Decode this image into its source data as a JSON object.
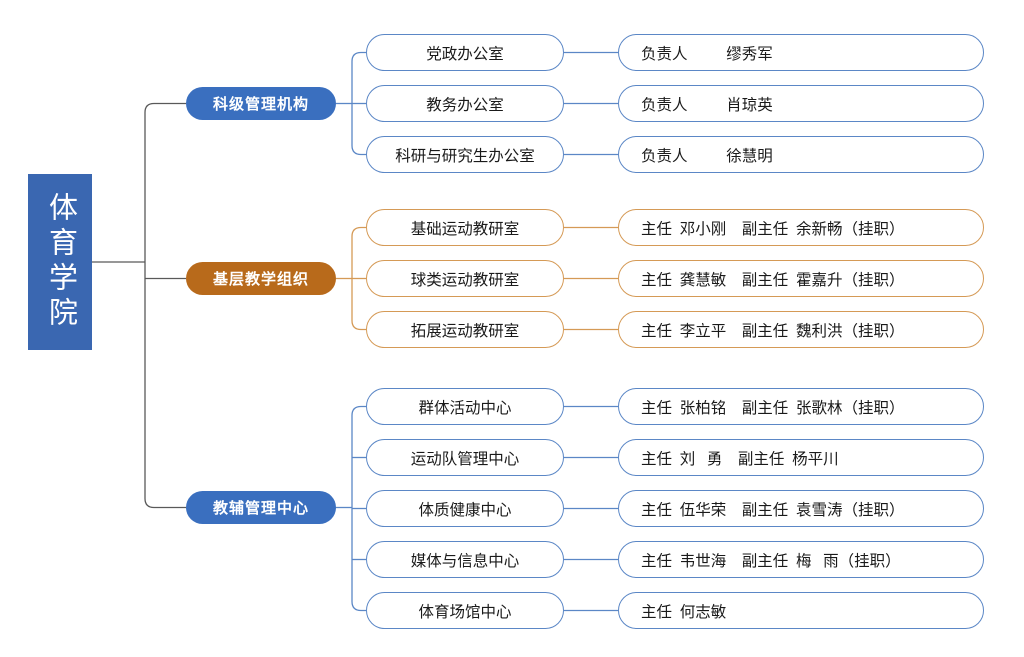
{
  "root": {
    "label": "体育学院"
  },
  "colors": {
    "root_fill": "#3A67B1",
    "blue_pill": "#3A6FBF",
    "orange_pill": "#B86A1B",
    "blue_border": "#5B87C6",
    "orange_border": "#D59A56",
    "root_connector": "#595959",
    "text": "#1a1a1a"
  },
  "groups": [
    {
      "label": "科级管理机构",
      "accent": "blue",
      "units": [
        {
          "name": "党政办公室",
          "detail": "负责人          缪秀军"
        },
        {
          "name": "教务办公室",
          "detail": "负责人          肖琼英"
        },
        {
          "name": "科研与研究生办公室",
          "detail": "负责人          徐慧明"
        }
      ]
    },
    {
      "label": "基层教学组织",
      "accent": "orange",
      "units": [
        {
          "name": "基础运动教研室",
          "detail": "主任  邓小刚    副主任  余新畅（挂职）"
        },
        {
          "name": "球类运动教研室",
          "detail": "主任  龚慧敏    副主任  霍嘉升（挂职）"
        },
        {
          "name": "拓展运动教研室",
          "detail": "主任  李立平    副主任  魏利洪（挂职）"
        }
      ]
    },
    {
      "label": "教辅管理中心",
      "accent": "blue",
      "units": [
        {
          "name": "群体活动中心",
          "detail": "主任  张柏铭    副主任  张歌林（挂职）"
        },
        {
          "name": "运动队管理中心",
          "detail": "主任  刘   勇    副主任  杨平川"
        },
        {
          "name": "体质健康中心",
          "detail": "主任  伍华荣    副主任  袁雪涛（挂职）"
        },
        {
          "name": "媒体与信息中心",
          "detail": "主任  韦世海    副主任  梅   雨（挂职）"
        },
        {
          "name": "体育场馆中心",
          "detail": "主任  何志敏"
        }
      ]
    }
  ]
}
